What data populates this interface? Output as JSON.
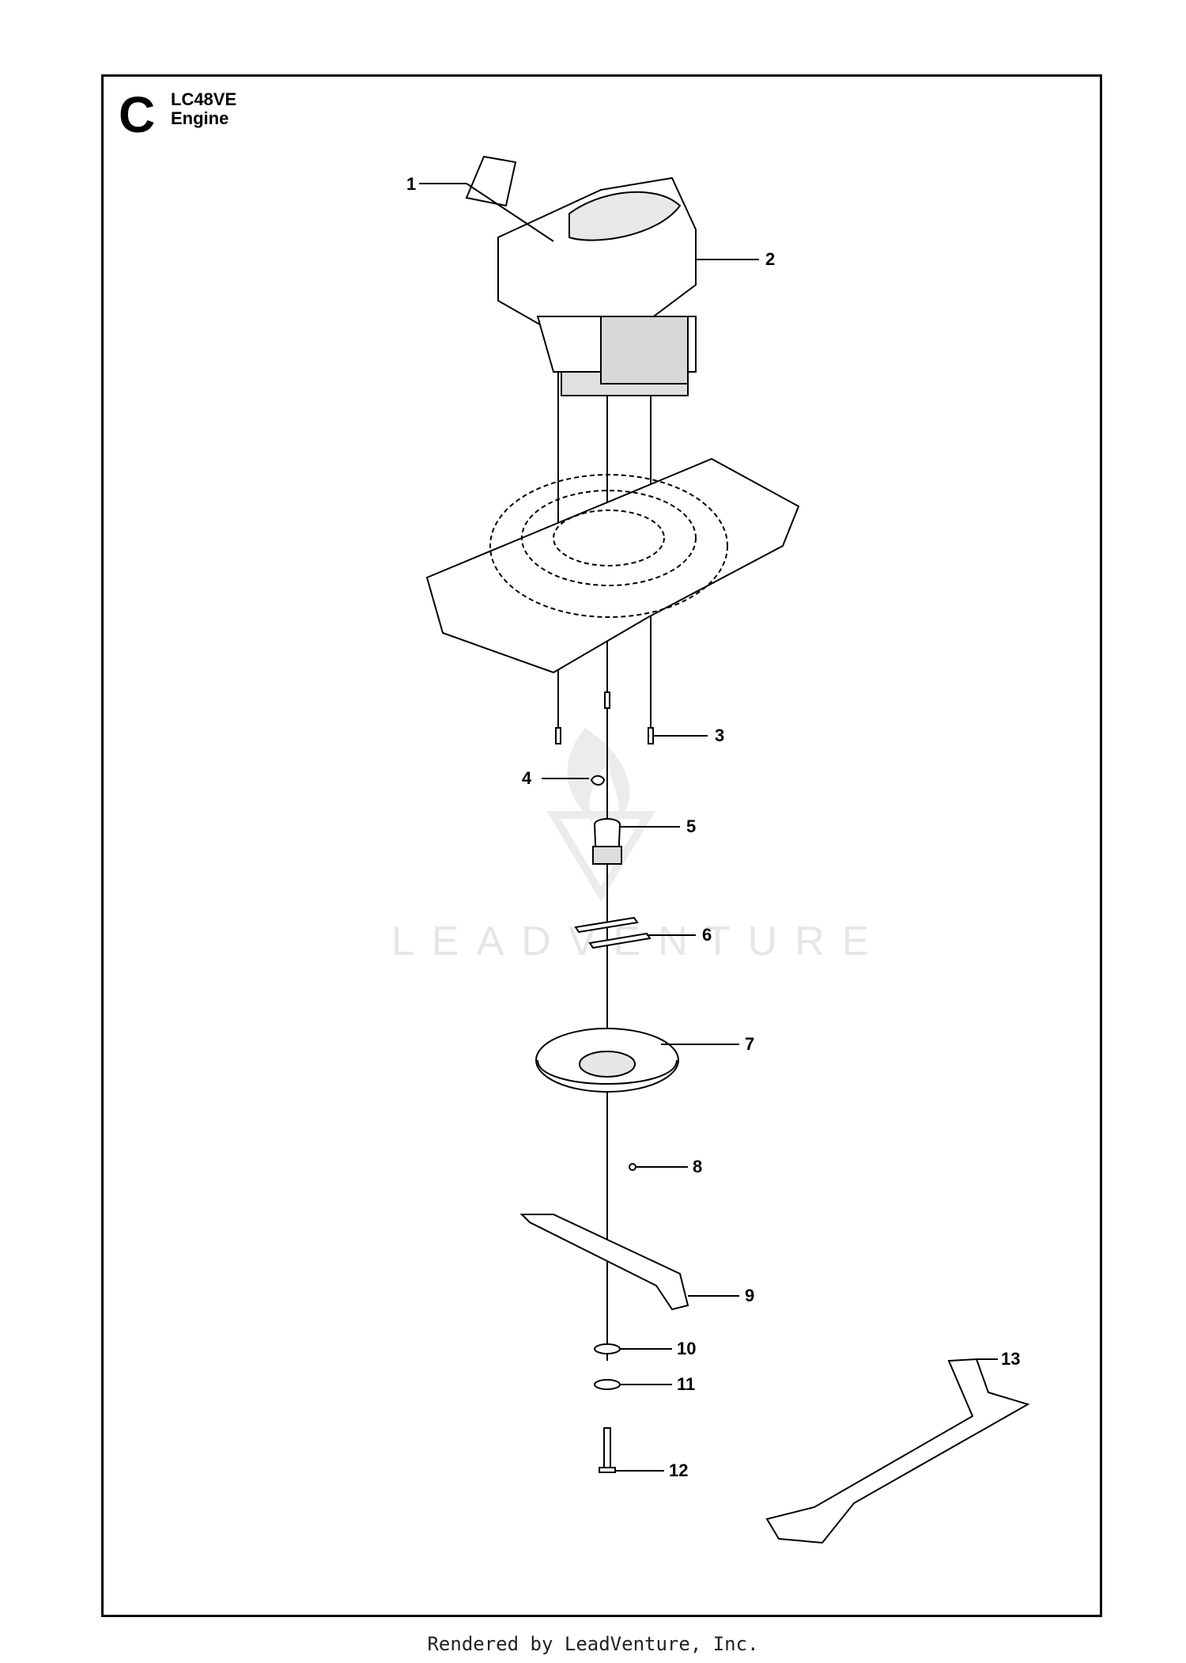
{
  "header": {
    "section": "C",
    "model": "LC48VE",
    "title": "Engine"
  },
  "callouts": [
    "1",
    "2",
    "3",
    "4",
    "5",
    "6",
    "7",
    "8",
    "9",
    "10",
    "11",
    "12",
    "13"
  ],
  "watermark": "LEADVENTURE",
  "footer": "Rendered by LeadVenture, Inc."
}
